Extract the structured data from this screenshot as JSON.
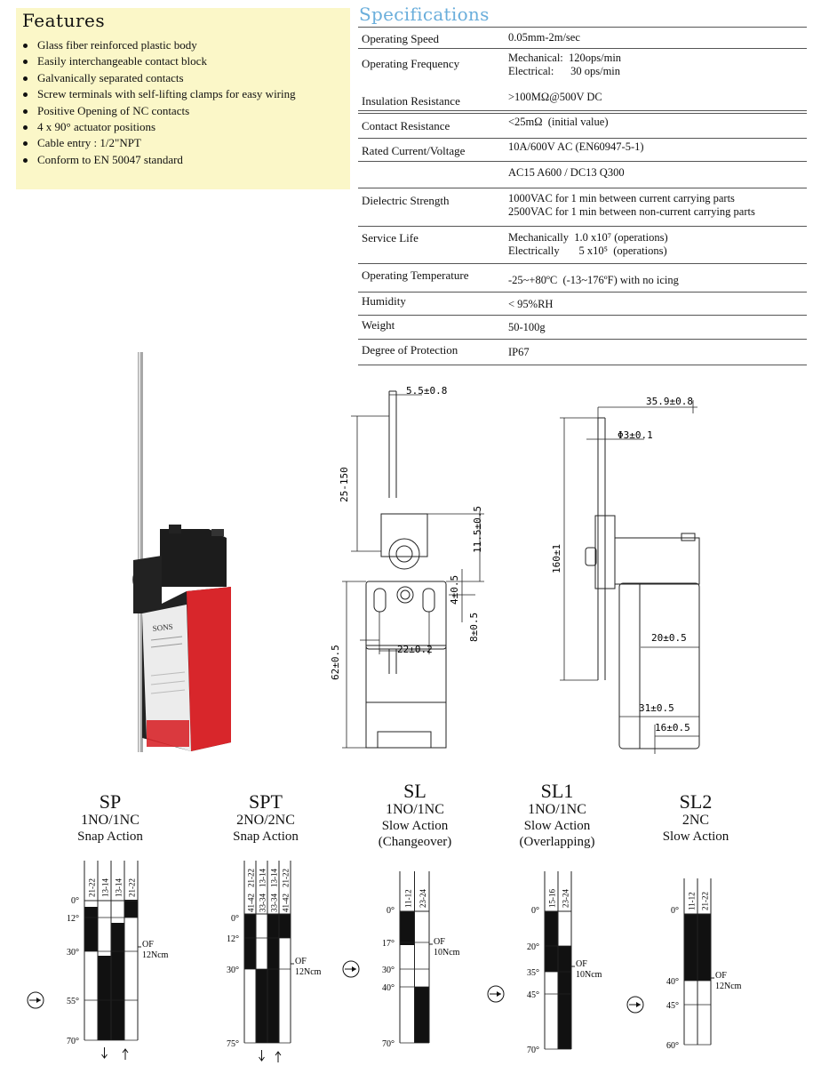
{
  "features": {
    "title": "Features",
    "items": [
      "Glass fiber reinforced plastic body",
      "Easily interchangeable contact block",
      "Galvanically separated contacts",
      "Screw terminals with self-lifting clamps for easy wiring",
      "Positive Opening of NC contacts",
      "4 x 90° actuator positions",
      "Cable entry : 1/2\"NPT",
      "Conform to EN 50047 standard"
    ]
  },
  "specs": {
    "title": "Specifications",
    "rows": [
      {
        "key": "Operating Speed",
        "value": "0.05mm-2m/sec"
      },
      {
        "key": "Operating Frequency",
        "value": "Mechanical:  120ops/min\nElectrical:      30 ops/min"
      },
      {
        "key": "Insulation Resistance",
        "value": ">100MΩ@500V DC"
      },
      {
        "key": "Contact Resistance",
        "value": "<25mΩ  (initial value)"
      },
      {
        "key": "Rated Current/Voltage",
        "value": "10A/600V AC (EN60947-5-1)"
      },
      {
        "key": "",
        "value": "AC15 A600 / DC13 Q300"
      },
      {
        "key": "Dielectric Strength",
        "value": "1000VAC for 1 min between current carrying parts\n2500VAC for 1 min between non-current carrying parts"
      },
      {
        "key": "Service Life",
        "value": "Mechanically  1.0 x10⁷ (operations)\nElectrically       5 x10⁵  (operations)"
      },
      {
        "key": "Operating Temperature",
        "value": "-25~+80ºC  (-13~176ºF) with no icing"
      },
      {
        "key": "Humidity",
        "value": "< 95%RH"
      },
      {
        "key": "Weight",
        "value": "50-100g"
      },
      {
        "key": "Degree of Protection",
        "value": "IP67"
      }
    ]
  },
  "drawing": {
    "front": {
      "d1": "5.5±0.8",
      "d2": "25-150",
      "d3": "11.5±0.5",
      "d4": "4±0.5",
      "d5": "8±0.5",
      "d6": "62±0.5",
      "d7": "22±0.2"
    },
    "side": {
      "d1": "35.9±0.8",
      "d2": "Φ3±0.1",
      "d3": "160±1",
      "d4": "20±0.5",
      "d5": "31±0.5",
      "d6": "16±0.5"
    }
  },
  "contacts": [
    {
      "code": "SP",
      "config": "1NO/1NC",
      "action": "Snap Action",
      "note": "",
      "cols": [
        "21-22",
        "13-14",
        "13-14",
        "21-22"
      ],
      "angles": [
        "0°",
        "12°",
        "30°",
        "55°",
        "70°"
      ],
      "of_label": "OF",
      "of_value": "12Ncm"
    },
    {
      "code": "SPT",
      "config": "2NO/2NC",
      "action": "Snap Action",
      "note": "",
      "cols": [
        "21-22\n41-42",
        "13-14\n33-34",
        "13-14\n33-34",
        "21-22\n41-42"
      ],
      "angles": [
        "0°",
        "12°",
        "30°",
        "75°"
      ],
      "of_label": "OF",
      "of_value": "12Ncm"
    },
    {
      "code": "SL",
      "config": "1NO/1NC",
      "action": "Slow Action",
      "note": "(Changeover)",
      "cols": [
        "11-12",
        "23-24"
      ],
      "angles": [
        "0°",
        "17°",
        "30°",
        "40°",
        "70°"
      ],
      "of_label": "OF",
      "of_value": "10Ncm"
    },
    {
      "code": "SL1",
      "config": "1NO/1NC",
      "action": "Slow Action",
      "note": "(Overlapping)",
      "cols": [
        "15-16",
        "23-24"
      ],
      "angles": [
        "0°",
        "20°",
        "35°",
        "45°",
        "70°"
      ],
      "of_label": "OF",
      "of_value": "10Ncm"
    },
    {
      "code": "SL2",
      "config": "2NC",
      "action": "Slow Action",
      "note": "",
      "cols": [
        "11-12",
        "21-22"
      ],
      "angles": [
        "0°",
        "40°",
        "45°",
        "60°"
      ],
      "of_label": "OF",
      "of_value": "12Ncm"
    }
  ],
  "product_label": "SONS",
  "colors": {
    "feature_bg": "#fbf7c8",
    "spec_title": "#6aaedb",
    "housing_red": "#d8262b",
    "head_black": "#1c1c1c"
  }
}
